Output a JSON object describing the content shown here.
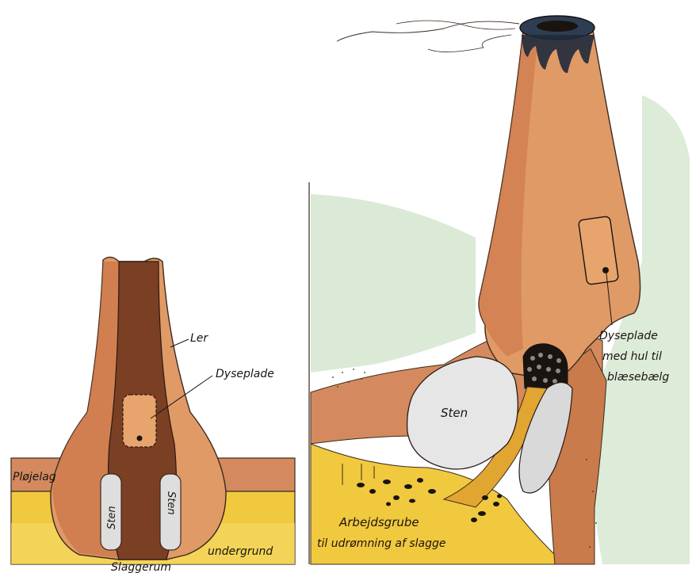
{
  "left_diagram": {
    "labels": {
      "ler": "Ler",
      "dyseplade": "Dyseplade",
      "plojelag": "Pløjelag",
      "sten_left": "Sten",
      "sten_right": "Sten",
      "slaggerum": "Slaggerum",
      "undergrund": "undergrund"
    }
  },
  "right_diagram": {
    "labels": {
      "dyseplade_line1": "Dyseplade",
      "dyseplade_line2": "med hul til",
      "dyseplade_line3": "blæsebælg",
      "sten": "Sten",
      "arbejdsgrube_line1": "Arbejdsgrube",
      "arbejdsgrube_line2": "til udrømning af slagge"
    }
  },
  "colors": {
    "clay": "#e09a66",
    "clay_dark": "#c5693e",
    "slag_chamber": "#7b3f24",
    "plow_layer": "#d48a5e",
    "subsoil": "#f1c93e",
    "stone": "#dedede",
    "grass_wash": "#d7e8d2",
    "black": "#1a1410"
  }
}
